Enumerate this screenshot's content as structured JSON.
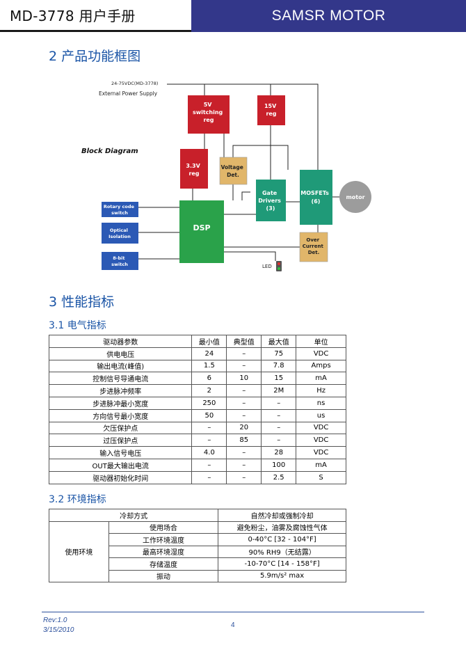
{
  "header": {
    "title": "MD-3778  用户手册",
    "brand": "SAMSR MOTOR"
  },
  "section2": {
    "title": "2  产品功能框图",
    "diagram": {
      "power_label_line1": "24-75VDC(MD-3778)",
      "power_label_line2": "External Power Supply",
      "block_diagram_label": "Block Diagram",
      "reg5v": [
        "5V",
        "switching",
        "reg"
      ],
      "reg15v": [
        "15V",
        "reg"
      ],
      "reg33v": [
        "3.3V",
        "reg"
      ],
      "voltage_det": [
        "Voltage",
        "Det."
      ],
      "gate_drivers": [
        "Gate",
        "Drivers",
        "(3)"
      ],
      "mosfets": [
        "MOSFETs",
        "(6)"
      ],
      "motor": "motor",
      "dsp": "DSP",
      "rotary": [
        "Rotary code",
        "switch"
      ],
      "optical": [
        "Optical",
        "Isolation"
      ],
      "bit8": [
        "8-bit",
        "switch"
      ],
      "over_current": [
        "Over",
        "Current",
        "Det."
      ],
      "led": "LED"
    }
  },
  "section3": {
    "title": "3  性能指标"
  },
  "section31": {
    "title": "3.1  电气指标",
    "headers": [
      "驱动器参数",
      "最小值",
      "典型值",
      "最大值",
      "单位"
    ],
    "rows": [
      [
        "供电电压",
        "24",
        "–",
        "75",
        "VDC"
      ],
      [
        "输出电流(峰值)",
        "1.5",
        "–",
        "7.8",
        "Amps"
      ],
      [
        "控制信号导通电流",
        "6",
        "10",
        "15",
        "mA"
      ],
      [
        "步进脉冲频率",
        "2",
        "–",
        "2M",
        "Hz"
      ],
      [
        "步进脉冲最小宽度",
        "250",
        "–",
        "–",
        "ns"
      ],
      [
        "方向信号最小宽度",
        "50",
        "–",
        "–",
        "us"
      ],
      [
        "欠压保护点",
        "–",
        "20",
        "–",
        "VDC"
      ],
      [
        "过压保护点",
        "–",
        "85",
        "–",
        "VDC"
      ],
      [
        "输入信号电压",
        "4.0",
        "–",
        "28",
        "VDC"
      ],
      [
        "OUT最大输出电流",
        "–",
        "–",
        "100",
        "mA"
      ],
      [
        "驱动器初始化时间",
        "–",
        "–",
        "2.5",
        "S"
      ]
    ]
  },
  "section32": {
    "title": "3.2  环境指标",
    "cooling_label": "冷却方式",
    "cooling_value": "自然冷却或强制冷却",
    "env_label": "使用环境",
    "rows": [
      [
        "使用场合",
        "避免粉尘，油雾及腐蚀性气体"
      ],
      [
        "工作环境温度",
        "0-40°C [32 - 104°F]"
      ],
      [
        "最高环境湿度",
        "90% RH9（无结露）"
      ],
      [
        "存储温度",
        "-10-70°C [14 - 158°F]"
      ],
      [
        "振动",
        "5.9m/s² max"
      ]
    ]
  },
  "footer": {
    "rev": "Rev:1.0",
    "date": "3/15/2010",
    "page": "4"
  }
}
